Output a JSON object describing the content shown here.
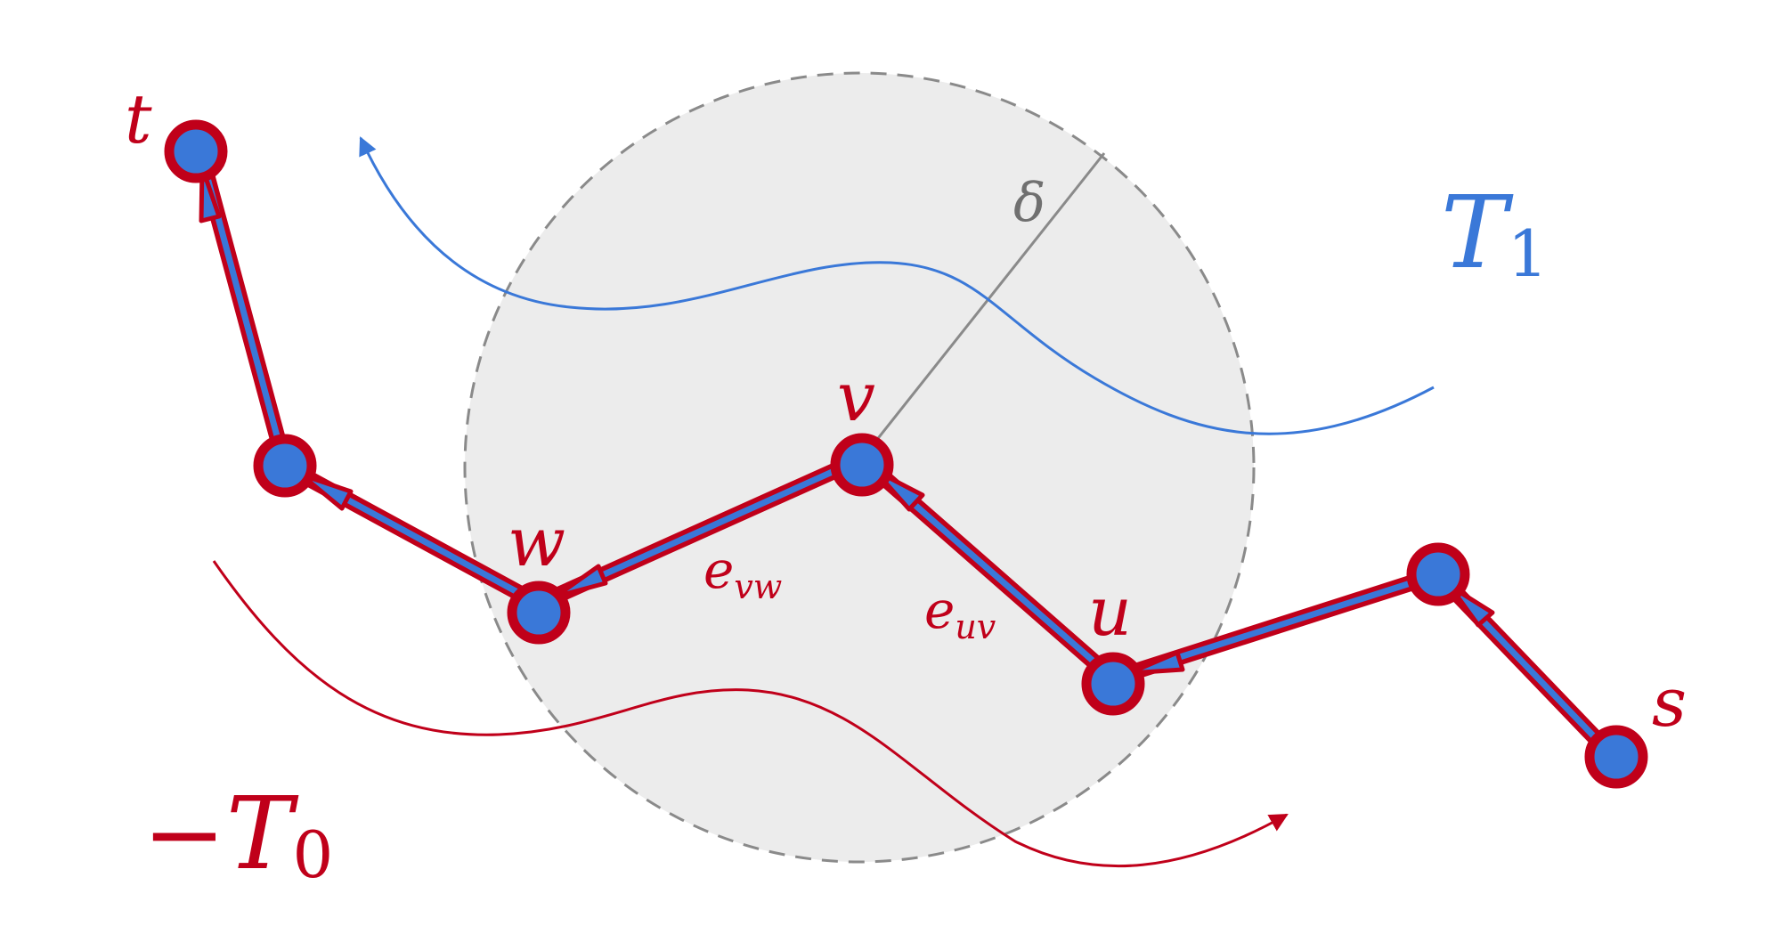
{
  "colors": {
    "path_outline": "#c0001a",
    "path_fill": "#3a78d8",
    "curve_T1": "#3a78d8",
    "curve_T0": "#c0001a",
    "ball_fill": "#ececec",
    "ball_stroke": "#8a8a8a",
    "radius_line": "#8a8a8a"
  },
  "labels": {
    "t": "t",
    "s": "s",
    "u": "u",
    "v": "v",
    "w": "w",
    "e_uv_base": "e",
    "e_uv_sub": "uv",
    "e_vw_base": "e",
    "e_vw_sub": "vw",
    "delta": "δ",
    "T1_base": "T",
    "T1_sub": "1",
    "T0_sign": "−",
    "T0_base": "T",
    "T0_sub": "0"
  }
}
